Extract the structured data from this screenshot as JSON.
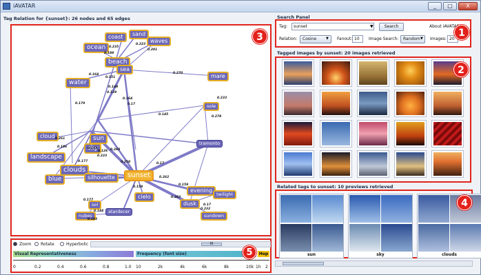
{
  "window": {
    "title": "iAVATAR",
    "minimize": "_",
    "maximize": "□",
    "close": "X"
  },
  "graph": {
    "header": "Tag Relation for {sunset}: 26 nodes and 65 edges",
    "nodes": [
      {
        "id": "coast",
        "label": "coast"
      },
      {
        "id": "sand",
        "label": "sand"
      },
      {
        "id": "waves",
        "label": "waves"
      },
      {
        "id": "ocean",
        "label": "ocean"
      },
      {
        "id": "beach",
        "label": "beach"
      },
      {
        "id": "sea",
        "label": "sea"
      },
      {
        "id": "water",
        "label": "water"
      },
      {
        "id": "mare",
        "label": "mare"
      },
      {
        "id": "sole",
        "label": "sole"
      },
      {
        "id": "cloud",
        "label": "cloud"
      },
      {
        "id": "sun",
        "label": "sun"
      },
      {
        "id": "sky",
        "label": "sky"
      },
      {
        "id": "landscape",
        "label": "landscape"
      },
      {
        "id": "clouds",
        "label": "clouds"
      },
      {
        "id": "blue",
        "label": "blue"
      },
      {
        "id": "silhouette",
        "label": "silhouette"
      },
      {
        "id": "sunset",
        "label": "sunset"
      },
      {
        "id": "tramonto",
        "label": "tramonto"
      },
      {
        "id": "cielo",
        "label": "cielo"
      },
      {
        "id": "sol",
        "label": "sol"
      },
      {
        "id": "evening",
        "label": "evening"
      },
      {
        "id": "twilight",
        "label": "twilight"
      },
      {
        "id": "dusk",
        "label": "dusk"
      },
      {
        "id": "sundown",
        "label": "sundown"
      },
      {
        "id": "nubes",
        "label": "nubes"
      },
      {
        "id": "atardecer",
        "label": "atardecer"
      }
    ],
    "edge_labels": [
      "0.235",
      "0.223",
      "0.201",
      "0.188",
      "0.164",
      "0.151",
      "0.148",
      "0.129",
      "0.179",
      "0.164",
      "0.17",
      "0.270",
      "0.233",
      "0.145",
      "0.278",
      "0.261",
      "0.186",
      "0.173",
      "0.126",
      "0.260",
      "0.223",
      "0.177",
      "0.250",
      "0.17",
      "0.158",
      "0.159",
      "0.263",
      "0.17",
      "0.232",
      "0.177",
      "0.144",
      "0.183",
      "0.262"
    ],
    "badge": "3"
  },
  "controls": {
    "zoom": "Zoom",
    "rotate": "Rotate",
    "hyperbolic": "Hyperbolic",
    "scroll_grip": "III",
    "visual_rep": "Visual Representativeness",
    "frequency": "Frequency (font size)",
    "hop": "Hop",
    "scale_ticks": [
      "0",
      "0.2",
      "0.4",
      "0.6",
      "0.8",
      "1.0",
      "10",
      "2k",
      "4k",
      "6k",
      "8k",
      "10k",
      "1h",
      "2"
    ],
    "badge": "5"
  },
  "search": {
    "header": "Search Panel",
    "tag_label": "Tag:",
    "tag_value": "sunset",
    "search_button": "Search",
    "about": "About iAVATAR",
    "relation_label": "Relation:",
    "relation_value": "Cosine",
    "fanout_label": "Fanout:",
    "fanout_value": "10",
    "image_search_label": "Image Search:",
    "image_search_value": "Random",
    "images_label": "Images:",
    "images_value": "20",
    "badge": "1"
  },
  "tagged": {
    "header": "Tagged images by sunset: 20 images retrieved",
    "badge": "2"
  },
  "related": {
    "header": "Related tags to sunset: 10 previews retrieved",
    "cards": [
      {
        "caption": "sun"
      },
      {
        "caption": "sky"
      },
      {
        "caption": "clouds"
      }
    ],
    "badge": "4"
  }
}
